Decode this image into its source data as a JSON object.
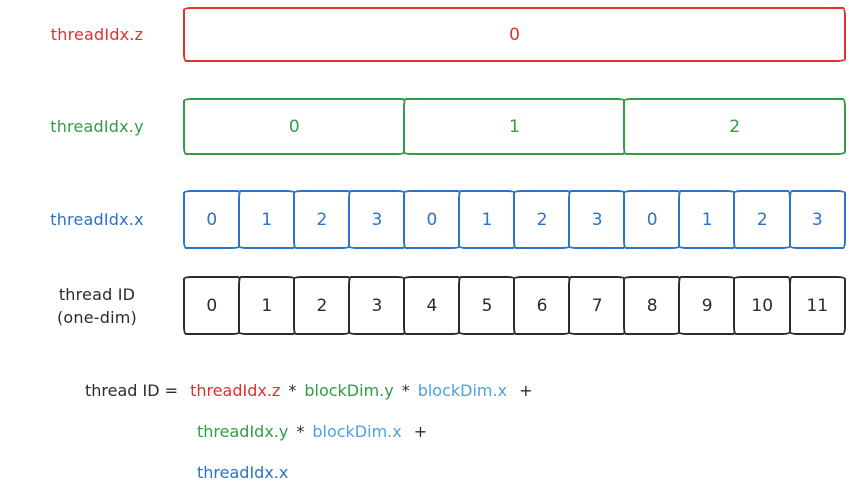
{
  "colors": {
    "red": "#e03131",
    "green": "#2f9e44",
    "blue": "#2a73c5",
    "light_blue": "#4ba3e3",
    "ink": "#2b2b2b",
    "background": "#ffffff"
  },
  "rows": [
    {
      "id": "z",
      "label_lines": [
        "threadIdx.z"
      ],
      "color": "#e03131",
      "cells": [
        "0"
      ]
    },
    {
      "id": "y",
      "label_lines": [
        "threadIdx.y"
      ],
      "color": "#2f9e44",
      "cells": [
        "0",
        "1",
        "2"
      ]
    },
    {
      "id": "x",
      "label_lines": [
        "threadIdx.x"
      ],
      "color": "#2a73c5",
      "cells": [
        "0",
        "1",
        "2",
        "3",
        "0",
        "1",
        "2",
        "3",
        "0",
        "1",
        "2",
        "3"
      ]
    },
    {
      "id": "id",
      "label_lines": [
        "thread ID",
        "(one-dim)"
      ],
      "color": "#2b2b2b",
      "cells": [
        "0",
        "1",
        "2",
        "3",
        "4",
        "5",
        "6",
        "7",
        "8",
        "9",
        "10",
        "11"
      ]
    }
  ],
  "formula": {
    "lhs": "thread ID =",
    "lines": [
      [
        {
          "text": "threadIdx.z",
          "color": "#e03131"
        },
        {
          "text": "*",
          "color": "#2b2b2b"
        },
        {
          "text": "blockDim.y",
          "color": "#2f9e44"
        },
        {
          "text": "*",
          "color": "#2b2b2b"
        },
        {
          "text": "blockDim.x",
          "color": "#4ba3e3"
        },
        {
          "text": "+",
          "color": "#2b2b2b"
        }
      ],
      [
        {
          "text": "threadIdx.y",
          "color": "#2f9e44"
        },
        {
          "text": "*",
          "color": "#2b2b2b"
        },
        {
          "text": "blockDim.x",
          "color": "#4ba3e3"
        },
        {
          "text": "+",
          "color": "#2b2b2b"
        }
      ],
      [
        {
          "text": "threadIdx.x",
          "color": "#2a73c5"
        }
      ]
    ]
  }
}
